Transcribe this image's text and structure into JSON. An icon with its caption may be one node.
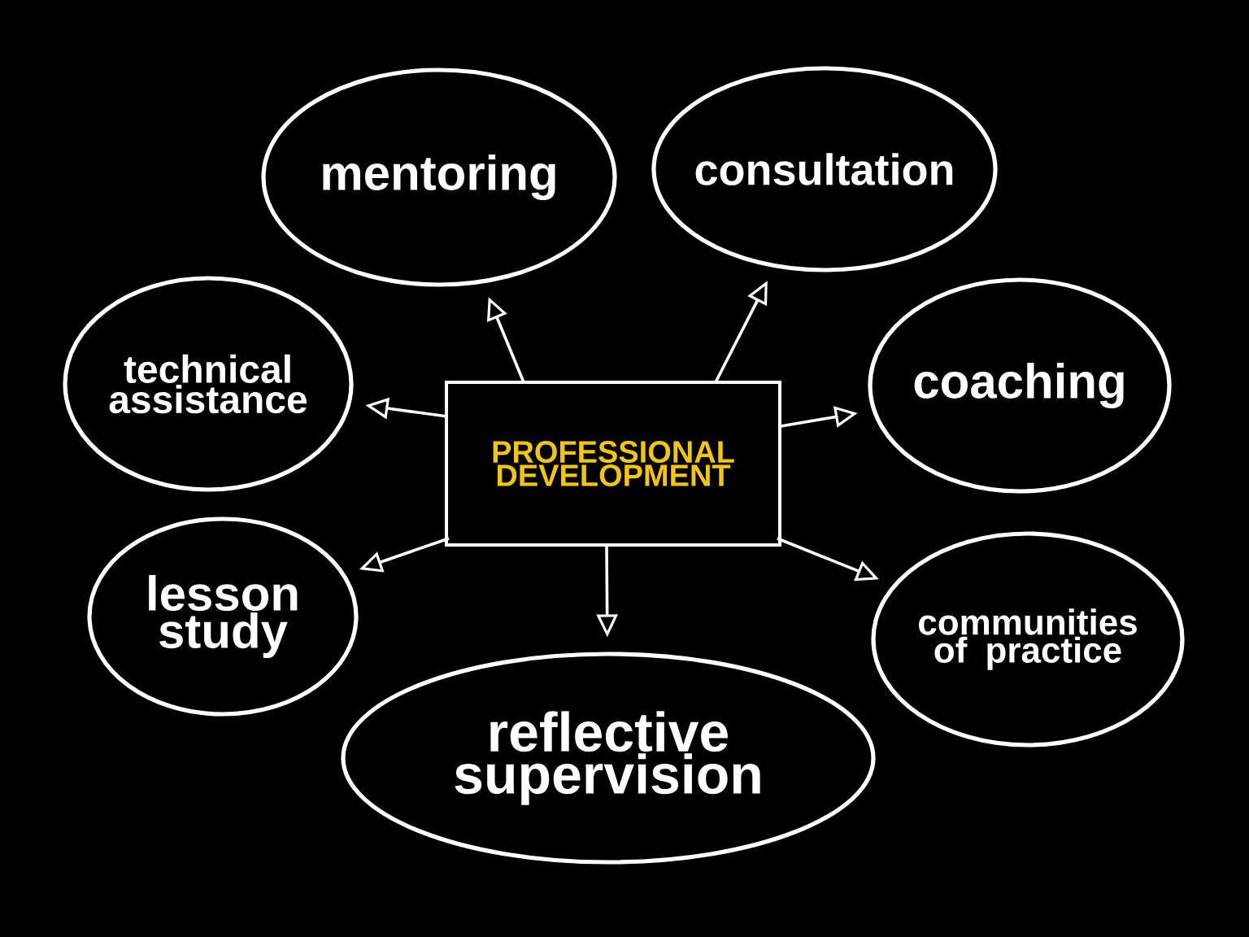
{
  "diagram": {
    "nodes": [
      {
        "text": [
          "PROFESSIONAL DEVELOPMENT"
        ]
      },
      {
        "text": [
          "mentoring"
        ]
      },
      {
        "text": [
          "consultation"
        ]
      },
      {
        "text": [
          "technical assistance"
        ]
      },
      {
        "text": [
          "coaching"
        ]
      },
      {
        "text": [
          "lesson study"
        ]
      },
      {
        "text": [
          "communities of practice"
        ]
      },
      {
        "text": [
          "reflective supervision"
        ]
      }
    ],
    "edges": [
      {
        "from": 0,
        "to": 1,
        "arrow": "to"
      },
      {
        "from": 0,
        "to": 2,
        "arrow": "to"
      },
      {
        "from": 0,
        "to": 3,
        "arrow": "to"
      },
      {
        "from": 0,
        "to": 4,
        "arrow": "to"
      },
      {
        "from": 0,
        "to": 5,
        "arrow": "to"
      },
      {
        "from": 0,
        "to": 6,
        "arrow": "to"
      },
      {
        "from": 0,
        "to": 7,
        "arrow": "to"
      }
    ]
  }
}
